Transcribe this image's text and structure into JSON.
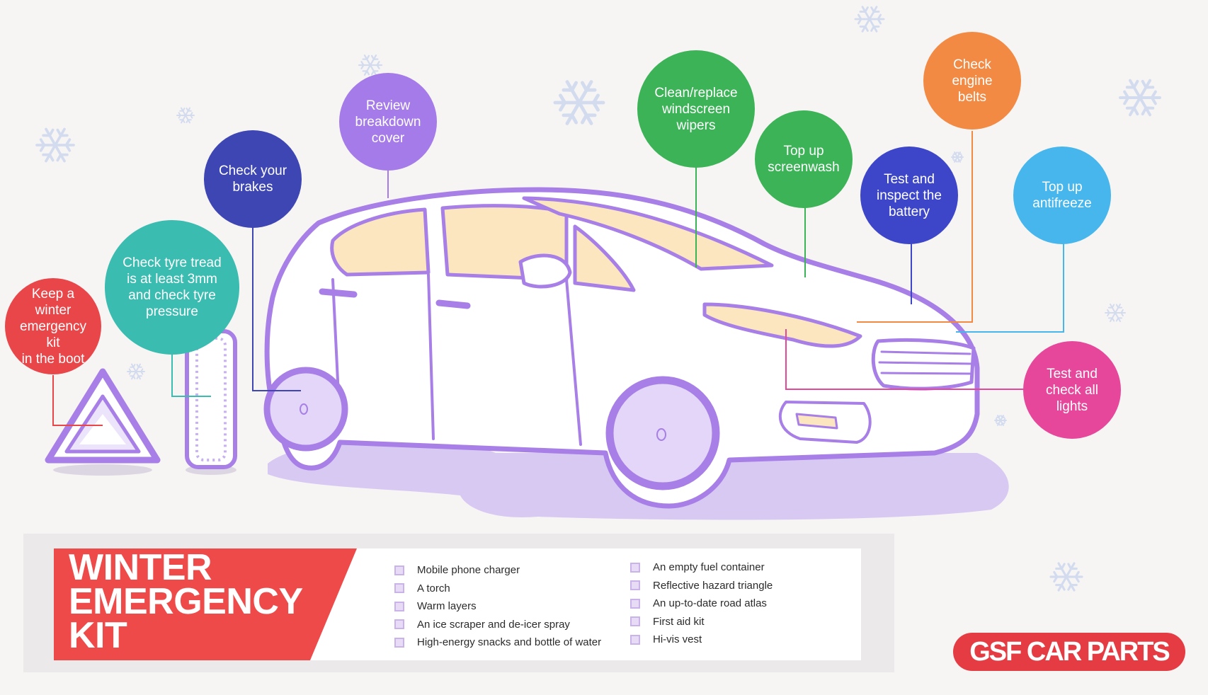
{
  "callouts": [
    {
      "id": "emergency-kit",
      "text": "Keep a winter\nemergency kit\nin the boot",
      "color": "#e9464a"
    },
    {
      "id": "tyre-tread",
      "text": "Check tyre tread\nis at least 3mm\nand check tyre\npressure",
      "color": "#3bbcb0"
    },
    {
      "id": "brakes",
      "text": "Check your\nbrakes",
      "color": "#3d46b3"
    },
    {
      "id": "breakdown-cover",
      "text": "Review\nbreakdown\ncover",
      "color": "#a47be8"
    },
    {
      "id": "wipers",
      "text": "Clean/replace\nwindscreen\nwipers",
      "color": "#3cb357"
    },
    {
      "id": "screenwash",
      "text": "Top up\nscreenwash",
      "color": "#3cb357"
    },
    {
      "id": "battery",
      "text": "Test and\ninspect the\nbattery",
      "color": "#3d46c9"
    },
    {
      "id": "engine-belts",
      "text": "Check\nengine\nbelts",
      "color": "#f28a43"
    },
    {
      "id": "antifreeze",
      "text": "Top up\nantifreeze",
      "color": "#46b6ec"
    },
    {
      "id": "lights",
      "text": "Test and\ncheck all\nlights",
      "color": "#e7479b"
    }
  ],
  "kit": {
    "title": "WINTER\nEMERGENCY\nKIT",
    "title_color": "#ef4a4a",
    "column1": [
      "Mobile phone charger",
      "A torch",
      "Warm layers",
      "An ice scraper and de-icer spray",
      "High-energy snacks and bottle of water"
    ],
    "column2": [
      "An empty fuel container",
      "Reflective hazard triangle",
      "An up-to-date road atlas",
      "First aid kit",
      "Hi-vis vest"
    ]
  },
  "brand": {
    "logo_text": "GSF CAR PARTS",
    "color": "#e53c43"
  },
  "colors": {
    "car_outline": "#a77fe6",
    "window_fill": "#fbe6bf",
    "shadow": "#d8c9f3",
    "snowflake": "#d6def0"
  }
}
